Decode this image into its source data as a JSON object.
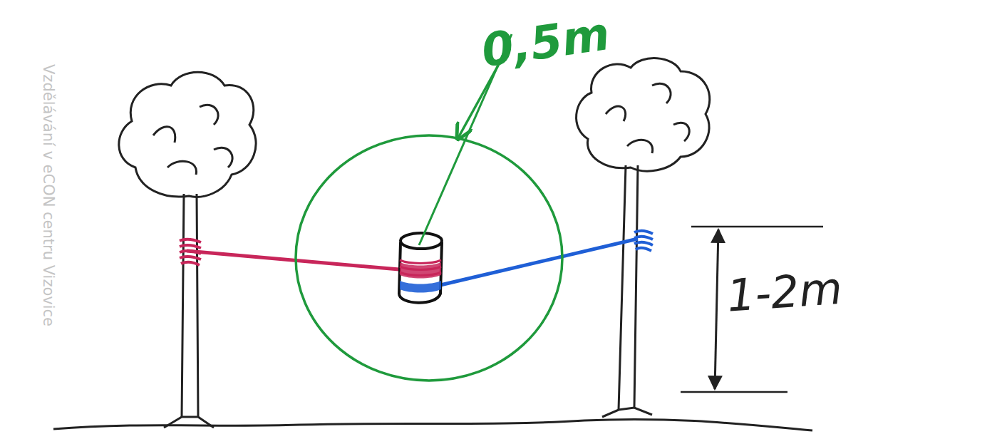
{
  "diagram": {
    "labels": [
      "0,5m",
      "1-2m",
      "Vzdělávání v eCON centru Vizovice"
    ]
  }
}
